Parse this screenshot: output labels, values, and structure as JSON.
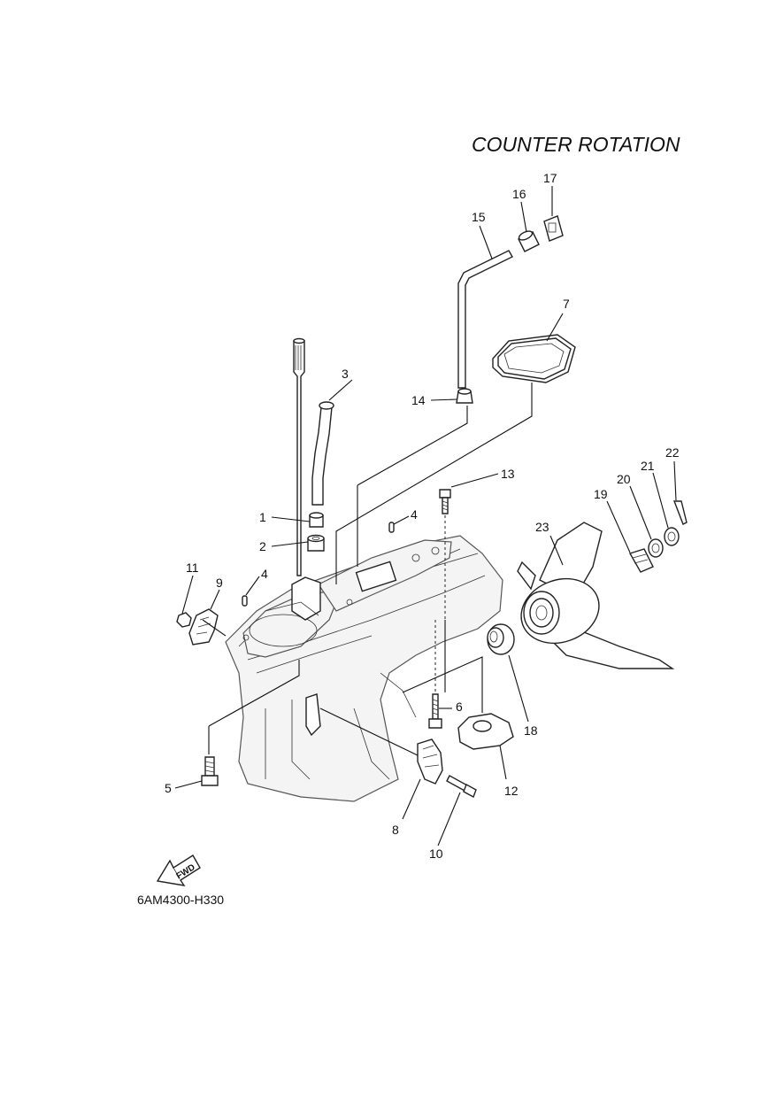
{
  "title": "COUNTER ROTATION",
  "diagram_id": "6AM4300-H330",
  "fwd_label": "FWD",
  "callouts": [
    {
      "id": "c1",
      "text": "1"
    },
    {
      "id": "c2",
      "text": "2"
    },
    {
      "id": "c3",
      "text": "3"
    },
    {
      "id": "c4a",
      "text": "4"
    },
    {
      "id": "c4b",
      "text": "4"
    },
    {
      "id": "c5",
      "text": "5"
    },
    {
      "id": "c6",
      "text": "6"
    },
    {
      "id": "c7",
      "text": "7"
    },
    {
      "id": "c8",
      "text": "8"
    },
    {
      "id": "c9",
      "text": "9"
    },
    {
      "id": "c10",
      "text": "10"
    },
    {
      "id": "c11",
      "text": "11"
    },
    {
      "id": "c12",
      "text": "12"
    },
    {
      "id": "c13",
      "text": "13"
    },
    {
      "id": "c14",
      "text": "14"
    },
    {
      "id": "c15",
      "text": "15"
    },
    {
      "id": "c16",
      "text": "16"
    },
    {
      "id": "c17",
      "text": "17"
    },
    {
      "id": "c18",
      "text": "18"
    },
    {
      "id": "c19",
      "text": "19"
    },
    {
      "id": "c20",
      "text": "20"
    },
    {
      "id": "c21",
      "text": "21"
    },
    {
      "id": "c22",
      "text": "22"
    },
    {
      "id": "c23",
      "text": "23"
    }
  ]
}
